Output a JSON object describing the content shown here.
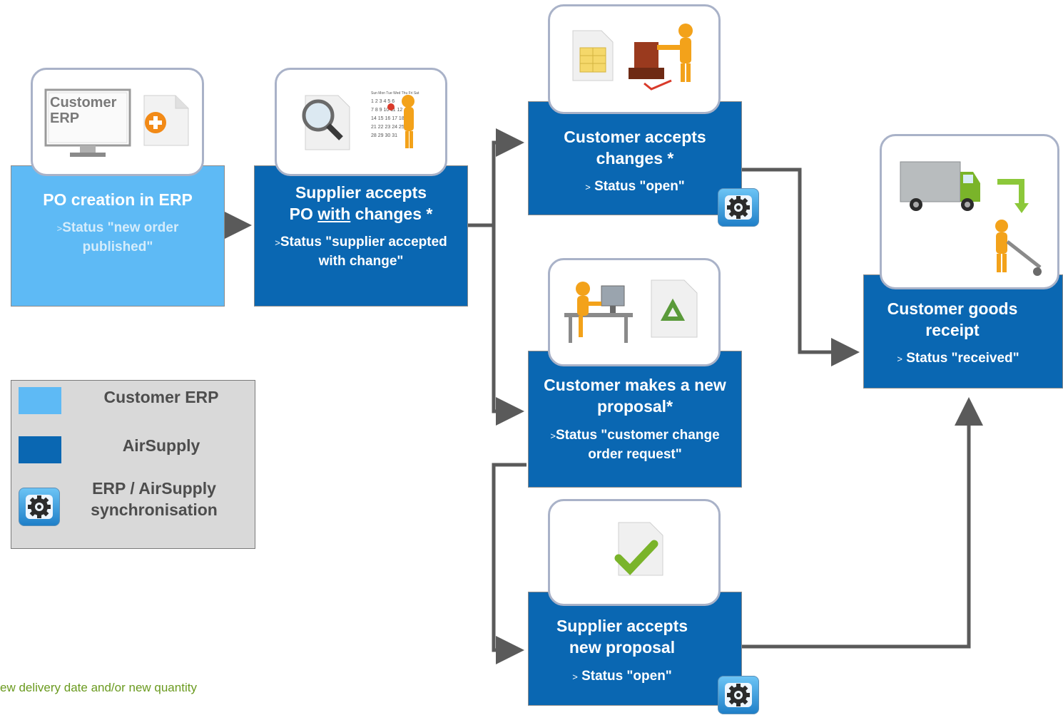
{
  "boxes": {
    "po_creation": {
      "title": "PO creation in ERP",
      "status_prefix": ">",
      "status": "Status \"new order published\""
    },
    "supplier_accepts": {
      "title1": "Supplier accepts",
      "title2_a": "PO ",
      "title2_u": "with",
      "title2_b": " changes *",
      "status_prefix": ">",
      "status": "Status \"supplier accepted with change\""
    },
    "customer_accepts": {
      "title": "Customer accepts changes *",
      "status_prefix": ">",
      "status": "Status \"open\""
    },
    "customer_proposal": {
      "title": "Customer makes a new proposal*",
      "status_prefix": ">",
      "status": "Status \"customer change order request\""
    },
    "supplier_new": {
      "title": "Supplier accepts new proposal",
      "status_prefix": ">",
      "status": "Status \"open\""
    },
    "goods_receipt": {
      "title": "Customer goods receipt",
      "status_prefix": ">",
      "status": "Status \"received\""
    }
  },
  "illustrations": {
    "screen_text": "Customer ERP",
    "calendar_header": "Sun Mon Tue Wed Thu Fri Sat"
  },
  "legend": {
    "erp": "Customer ERP",
    "air": "AirSupply",
    "sync": "ERP / AirSupply synchronisation"
  },
  "footnote": "ew delivery date and/or new quantity",
  "colors": {
    "erp": "#5ebaf5",
    "airsupply": "#0a67b2",
    "connector": "#5a5a5a",
    "footnote": "#6a9a1f"
  },
  "icons": [
    "gear-icon",
    "monitor-icon",
    "add-document-icon",
    "search-document-icon",
    "calendar-icon",
    "spreadsheet-icon",
    "stamp-icon",
    "office-worker-icon",
    "recycle-document-icon",
    "check-document-icon",
    "truck-icon",
    "hand-truck-icon"
  ]
}
